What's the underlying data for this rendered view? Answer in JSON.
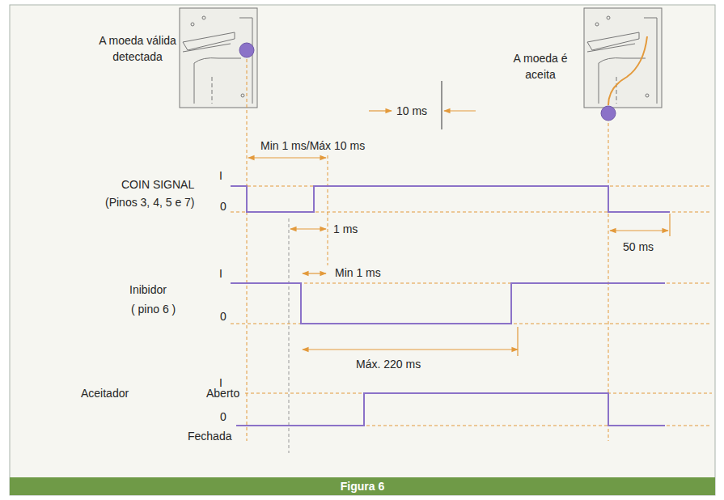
{
  "diagram": {
    "caption": "Figura 6",
    "labels": [
      "A moeda válida detectada",
      "A moeda é aceita",
      "10 ms",
      "Min 1 ms/Máx 10 ms",
      "I",
      "COIN SIGNAL",
      "0",
      "(Pinos 3, 4, 5 e 7)",
      "1 ms",
      "Min 1 ms",
      "50 ms",
      "Inibidor",
      "I",
      "( pino 6 )",
      "0",
      "Máx. 220 ms",
      "I",
      "Aceitador",
      "Aberto",
      "0",
      "Fechada"
    ]
  }
}
